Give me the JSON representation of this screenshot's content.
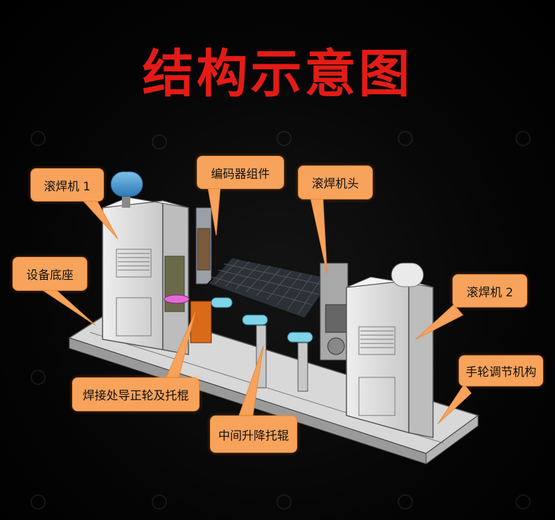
{
  "title": "结构示意图",
  "callouts": {
    "welder1": "滚焊机 1",
    "encoder": "编码器组件",
    "weld_head": "滚焊机头",
    "base": "设备底座",
    "welder2": "滚焊机 2",
    "handwheel": "手轮调节机构",
    "guide_wheel": "焊接处导正轮及托棍",
    "middle_roller": "中间升降托辊"
  },
  "colors": {
    "title": "#e41b17",
    "callout_fill": "#f7a35c",
    "background": "#000000"
  }
}
